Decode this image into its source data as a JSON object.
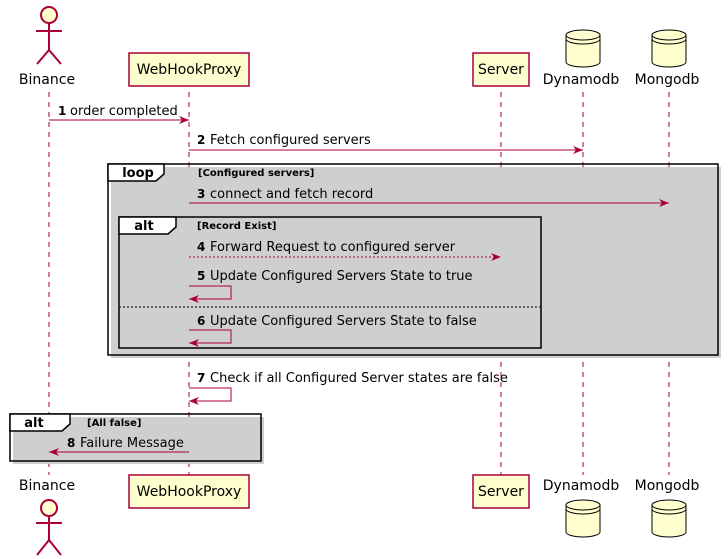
{
  "participants": [
    {
      "id": "binance",
      "label": "Binance",
      "kind": "actor"
    },
    {
      "id": "proxy",
      "label": "WebHookProxy",
      "kind": "participant"
    },
    {
      "id": "server",
      "label": "Server",
      "kind": "participant"
    },
    {
      "id": "dynamo",
      "label": "Dynamodb",
      "kind": "database"
    },
    {
      "id": "mongo",
      "label": "Mongodb",
      "kind": "database"
    }
  ],
  "messages": [
    {
      "num": "1",
      "text": "order completed",
      "from": "binance",
      "to": "proxy",
      "style": "solid"
    },
    {
      "num": "2",
      "text": "Fetch configured servers",
      "from": "proxy",
      "to": "dynamo",
      "style": "solid"
    },
    {
      "num": "3",
      "text": "connect and fetch record",
      "from": "proxy",
      "to": "mongo",
      "style": "solid"
    },
    {
      "num": "4",
      "text": "Forward Request to configured server",
      "from": "proxy",
      "to": "server",
      "style": "dashed"
    },
    {
      "num": "5",
      "text": "Update Configured Servers State to true",
      "from": "proxy",
      "to": "proxy",
      "style": "self"
    },
    {
      "num": "6",
      "text": "Update Configured Servers State to false",
      "from": "proxy",
      "to": "proxy",
      "style": "self"
    },
    {
      "num": "7",
      "text": "Check if all Configured Server states are false",
      "from": "proxy",
      "to": "proxy",
      "style": "self"
    },
    {
      "num": "8",
      "text": "Failure Message",
      "from": "proxy",
      "to": "binance",
      "style": "solid"
    }
  ],
  "fragments": [
    {
      "keyword": "loop",
      "guard": "[Configured servers]"
    },
    {
      "keyword": "alt",
      "guard": "[Record Exist]"
    },
    {
      "keyword": "alt",
      "guard": "[All false]"
    }
  ],
  "colors": {
    "arrow": "#a80036",
    "participant_fill": "#fefece",
    "participant_border": "#a80036",
    "lifeline": "#a80036",
    "frame_border": "#000000",
    "frame_shadow": "#cfcfcf"
  }
}
